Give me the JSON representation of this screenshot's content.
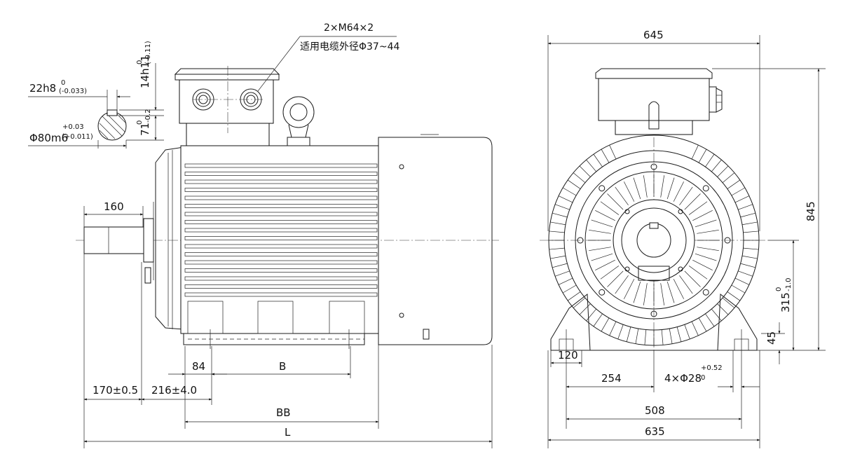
{
  "drawing": {
    "cable_note": {
      "thread": "2×M64×2",
      "cable_range": "适用电缆外径Φ37~44"
    },
    "shaft_detail": {
      "key_width": "22h8",
      "key_width_tol_upper": "0",
      "key_width_tol_lower": "(-0.033)",
      "key_height": "14h11",
      "key_height_tol_upper": "0",
      "key_height_tol_lower": "(-0.11)",
      "shaft_depth": "71",
      "shaft_depth_tol_upper": "0",
      "shaft_depth_tol_lower": "-0.2",
      "shaft_diameter": "Φ80m6",
      "shaft_diameter_tol_upper": "+0.03",
      "shaft_diameter_tol_lower": "(+0.011)"
    },
    "side_view": {
      "shaft_length": "160",
      "shaft_offset": "170±0.5",
      "foot_offset": "216±4.0",
      "foot_width": "84",
      "B": "B",
      "BB": "BB",
      "L": "L"
    },
    "end_view": {
      "overall_width": "645",
      "overall_height": "845",
      "shaft_height": "315",
      "shaft_height_tol_upper": "0",
      "shaft_height_tol_lower": "-1.0",
      "foot_thickness": "45",
      "foot_pad": "120",
      "half_spacing": "254",
      "holes": "4×Φ28",
      "holes_tol_upper": "+0.52",
      "holes_tol_lower": "0",
      "mount_spacing": "508",
      "base_width": "635"
    }
  }
}
